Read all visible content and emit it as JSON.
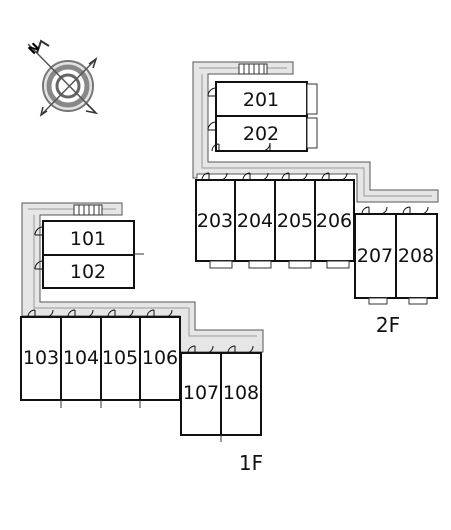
{
  "compass": {
    "icon": "north-compass-icon",
    "north_label": "N"
  },
  "floors": [
    {
      "id": "2F",
      "label": "2F",
      "units": [
        {
          "label": "201"
        },
        {
          "label": "202"
        },
        {
          "label": "203"
        },
        {
          "label": "204"
        },
        {
          "label": "205"
        },
        {
          "label": "206"
        },
        {
          "label": "207"
        },
        {
          "label": "208"
        }
      ]
    },
    {
      "id": "1F",
      "label": "1F",
      "units": [
        {
          "label": "101"
        },
        {
          "label": "102"
        },
        {
          "label": "103"
        },
        {
          "label": "104"
        },
        {
          "label": "105"
        },
        {
          "label": "106"
        },
        {
          "label": "107"
        },
        {
          "label": "108"
        }
      ]
    }
  ],
  "colors": {
    "corridor": "#e6e6e6",
    "walls": "#111111"
  }
}
